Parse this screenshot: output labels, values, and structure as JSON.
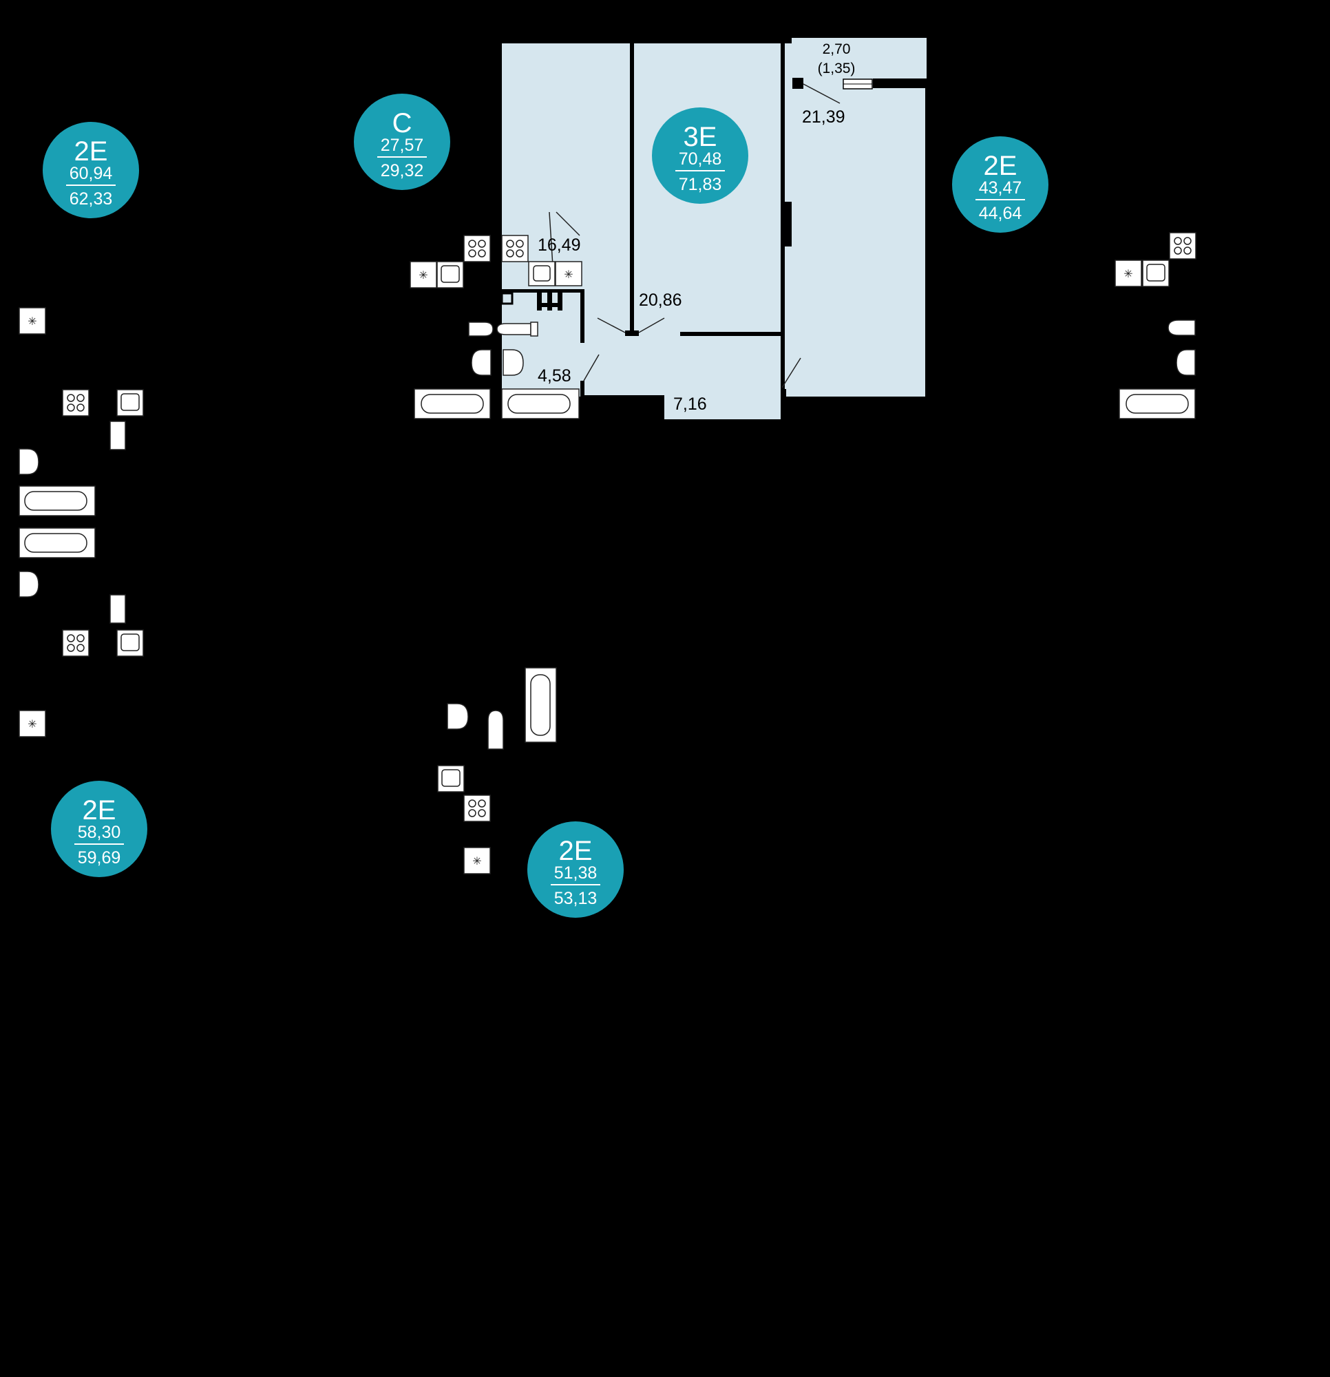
{
  "colors": {
    "background": "#000000",
    "apartment_fill": "#d6e6ee",
    "badge_fill": "#1aa0b4",
    "wall": "#000000"
  },
  "units": [
    {
      "type": "2E",
      "living": "60,94",
      "total": "62,33",
      "highlighted": false
    },
    {
      "type": "C",
      "living": "27,57",
      "total": "29,32",
      "highlighted": false
    },
    {
      "type": "3E",
      "living": "70,48",
      "total": "71,83",
      "highlighted": true
    },
    {
      "type": "2E",
      "living": "43,47",
      "total": "44,64",
      "highlighted": false
    },
    {
      "type": "2E",
      "living": "58,30",
      "total": "59,69",
      "highlighted": false
    },
    {
      "type": "2E",
      "living": "51,38",
      "total": "53,13",
      "highlighted": false
    }
  ],
  "rooms": {
    "room_left": "16,49",
    "room_middle": "20,86",
    "room_right": "21,39",
    "bathroom": "4,58",
    "hall": "7,16",
    "balcony": "2,70",
    "balcony_reduced": "(1,35)"
  }
}
